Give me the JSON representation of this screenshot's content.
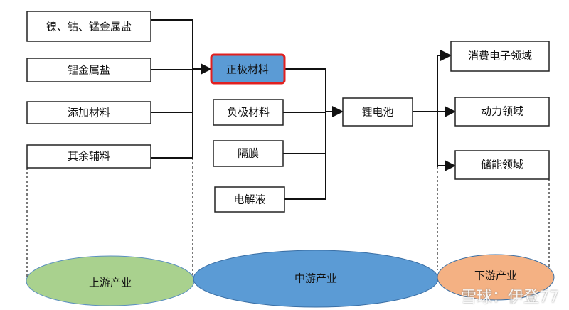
{
  "upstream": {
    "items": [
      "镍、钴、锰金属盐",
      "锂金属盐",
      "添加材料",
      "其余辅料"
    ],
    "stage": "上游产业"
  },
  "midstream": {
    "items": [
      "正极材料",
      "负极材料",
      "隔膜",
      "电解液"
    ],
    "highlighted": "正极材料",
    "product": "锂电池",
    "stage": "中游产业"
  },
  "downstream": {
    "items": [
      "消费电子领域",
      "动力领域",
      "储能领域"
    ],
    "stage": "下游产业"
  },
  "watermark": "雪球：伊登77",
  "colors": {
    "upstream": "#a9d18e",
    "midstream": "#5b9bd5",
    "downstream": "#f4b183",
    "highlight_border": "#e02020"
  }
}
